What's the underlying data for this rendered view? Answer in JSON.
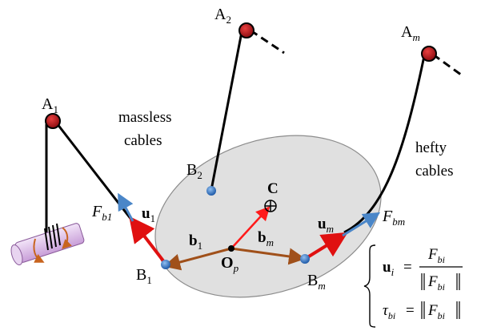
{
  "labels": {
    "a1": "A",
    "a1_sub": "1",
    "a2": "A",
    "a2_sub": "2",
    "am": "A",
    "am_sub": "m",
    "b1": "B",
    "b1_sub": "1",
    "b2": "B",
    "b2_sub": "2",
    "bm": "B",
    "bm_sub": "m",
    "c": "C",
    "op": "O",
    "op_sub": "p",
    "vb1": "b",
    "vb1_sub": "1",
    "vbm": "b",
    "vbm_sub": "m",
    "u1": "u",
    "u1_sub": "1",
    "um": "u",
    "um_sub": "m",
    "fb1": "F",
    "fb1_sub": "b1",
    "fbm": "F",
    "fbm_sub": "bm",
    "massless_1": "massless",
    "massless_2": "cables",
    "hefty_1": "hefty",
    "hefty_2": "cables"
  },
  "equations": {
    "ui_lhs": "u",
    "ui_lhs_sub": "i",
    "eq": "=",
    "num_F": "F",
    "num_sub": "bi",
    "den_F": "F",
    "den_sub": "bi",
    "tau": "τ",
    "tau_sub": "bi",
    "tau_F": "F",
    "tau_F_sub": "bi"
  },
  "colors": {
    "platform_fill": "#e0e0e0",
    "platform_stroke": "#8c8c8c",
    "pulley": "#c0141c",
    "cable": "#000000",
    "u_vector": "#e01010",
    "b_vector": "#a0501a",
    "force_vector": "#4a86c8",
    "c_vector": "#ff1a1a",
    "anchor_point": "#3a78c8",
    "winch": "#d9b8e6"
  }
}
